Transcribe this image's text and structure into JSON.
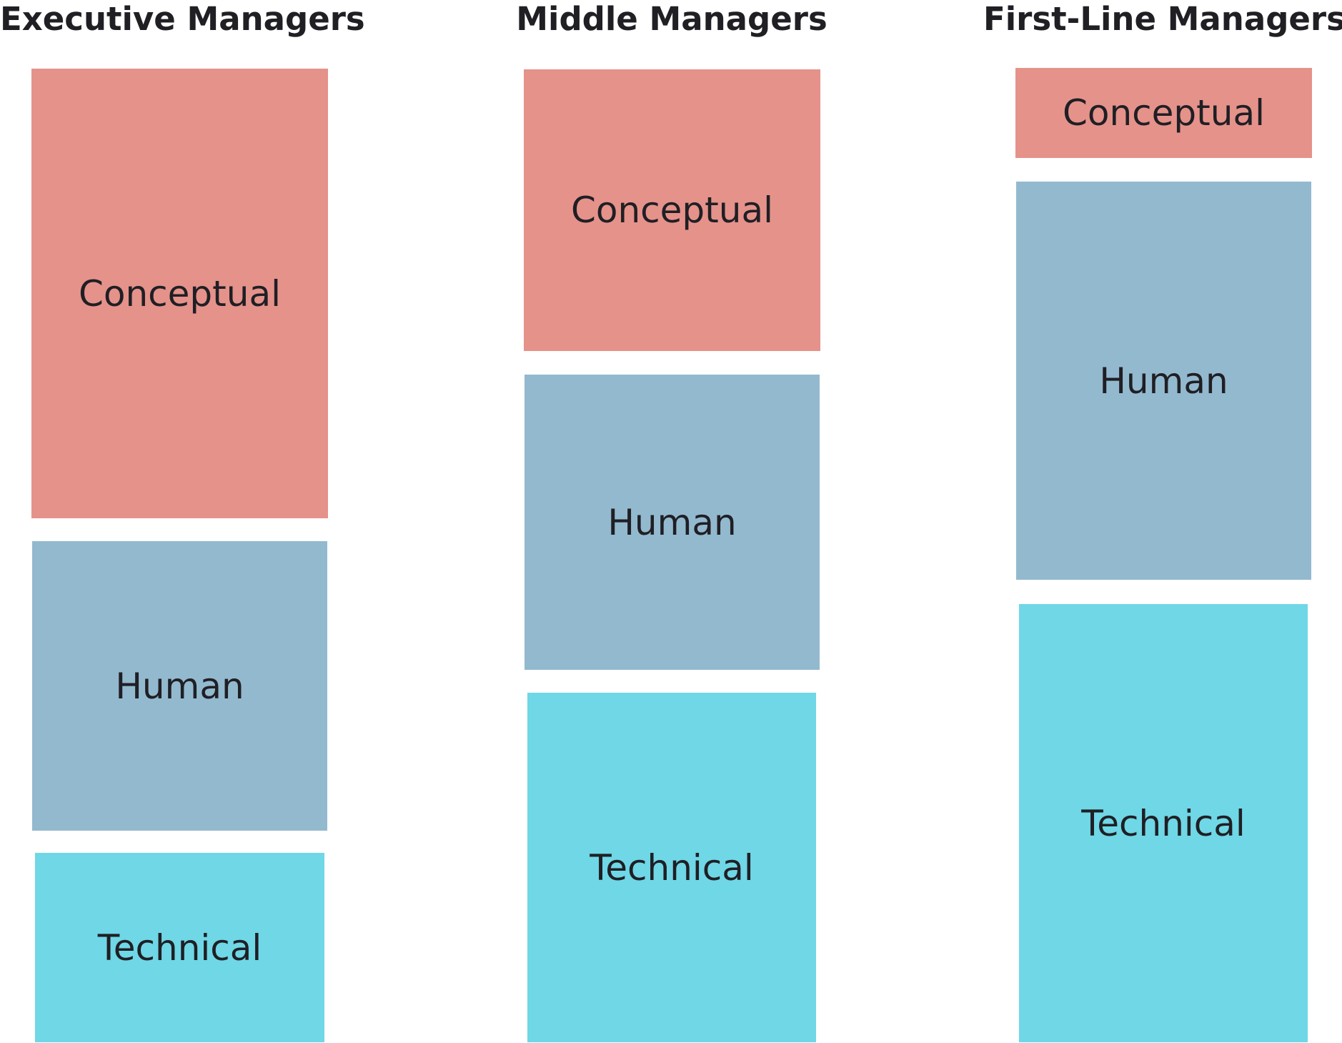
{
  "colors": {
    "conceptual": "#e5928b",
    "human": "#93b9cf",
    "technical": "#6fd7e6",
    "text": "#1f1f24"
  },
  "columns": [
    {
      "title": "Executive Managers",
      "blocks": [
        {
          "key": "conceptual",
          "label": "Conceptual"
        },
        {
          "key": "human",
          "label": "Human"
        },
        {
          "key": "technical",
          "label": "Technical"
        }
      ]
    },
    {
      "title": "Middle Managers",
      "blocks": [
        {
          "key": "conceptual",
          "label": "Conceptual"
        },
        {
          "key": "human",
          "label": "Human"
        },
        {
          "key": "technical",
          "label": "Technical"
        }
      ]
    },
    {
      "title": "First-Line Managers",
      "blocks": [
        {
          "key": "conceptual",
          "label": "Conceptual"
        },
        {
          "key": "human",
          "label": "Human"
        },
        {
          "key": "technical",
          "label": "Technical"
        }
      ]
    }
  ]
}
